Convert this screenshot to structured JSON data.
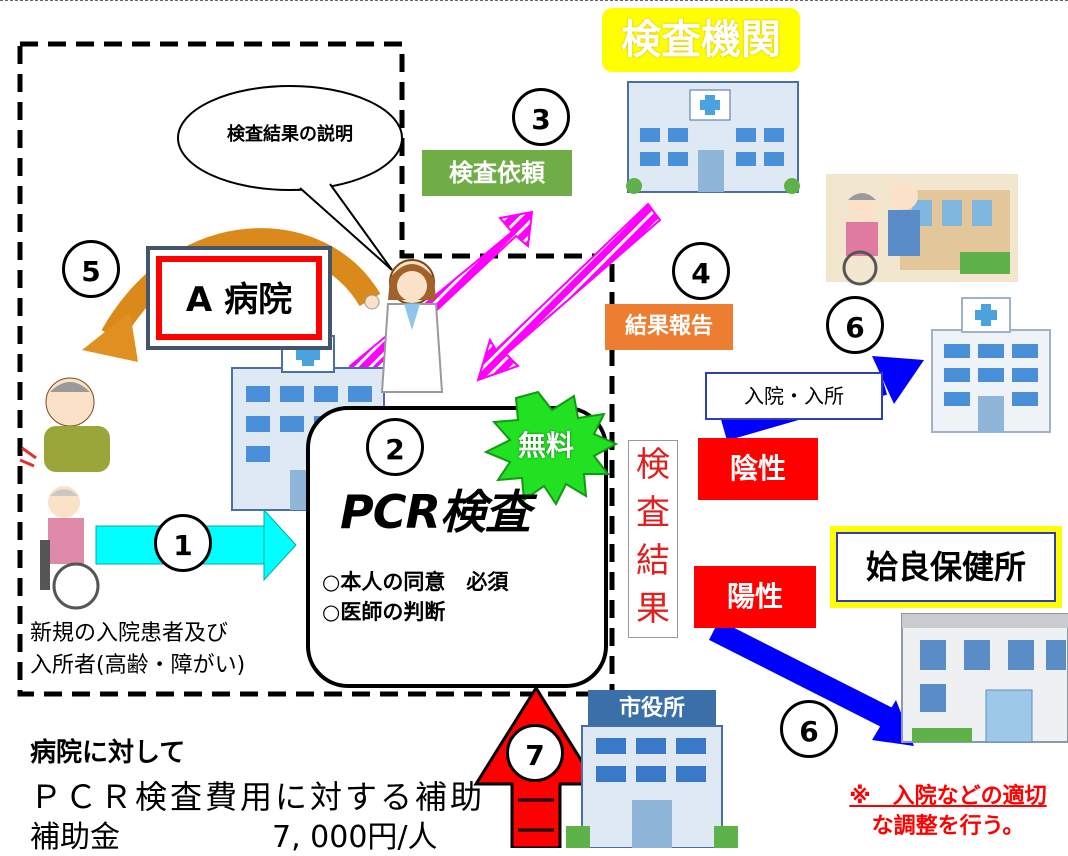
{
  "testing_institution": {
    "label": "検査機関"
  },
  "steps": {
    "s1": "1",
    "s2": "2",
    "s3": "3",
    "s4": "4",
    "s5": "5",
    "s6a": "6",
    "s6b": "6",
    "s7": "7"
  },
  "speech_bubble": {
    "text": "検査結果の説明"
  },
  "test_request": {
    "label": "検査依頼"
  },
  "result_report": {
    "label": "結果報告"
  },
  "hospital": {
    "label": "A 病院"
  },
  "free_badge": {
    "label": "無料"
  },
  "pcr": {
    "title": "PCR検査",
    "condition1": "○本人の同意　必須",
    "condition2": "○医師の判断"
  },
  "test_result": {
    "label": "検査結果"
  },
  "negative": {
    "label": "陰性",
    "action": "入院・入所"
  },
  "positive": {
    "label": "陽性"
  },
  "health_center": {
    "label": "姶良保健所"
  },
  "city_hall": {
    "sign": "市役所"
  },
  "patients": {
    "line1": "新規の入院患者及び",
    "line2": "入所者(高齢・障がい)"
  },
  "subsidy": {
    "heading": "病院に対して",
    "line1": "ＰＣＲ検査費用に対する補助",
    "amount_label": "補助金",
    "amount_value": "7, 000円/人"
  },
  "note": {
    "line1": "※　入院などの適切",
    "line2": "な調整を行う。"
  },
  "colors": {
    "magenta": "#ff00ff",
    "orange": "#ed7d31",
    "green": "#70ad47",
    "red": "#ff0000",
    "blue": "#0000ff",
    "cyan": "#00ffff",
    "yellow": "#ffff00"
  },
  "icons": [
    "hospital-building-icon",
    "doctor-icon",
    "elderly-care-icon",
    "city-hall-icon",
    "health-center-building-icon",
    "patient-icon"
  ]
}
